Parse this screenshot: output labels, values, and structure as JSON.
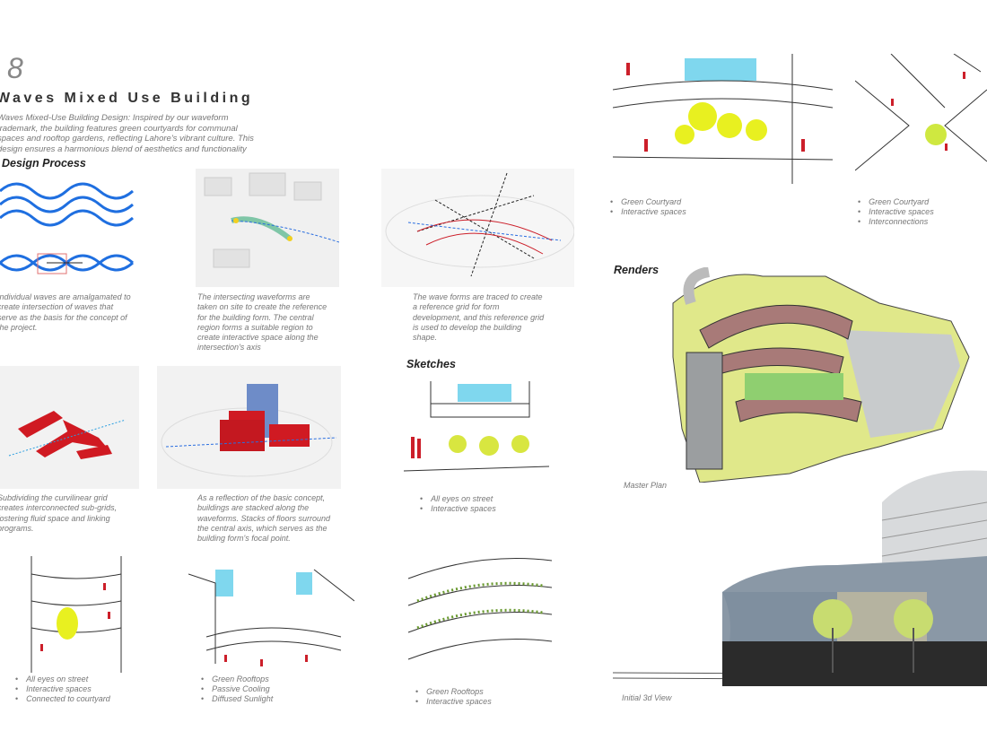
{
  "page_number": "8",
  "title": "Waves Mixed Use Building",
  "description": "Waves Mixed-Use Building Design: Inspired by our waveform trademark, the building features green courtyards for communal spaces and rooftop gardens, reflecting Lahore's vibrant culture. This design ensures a harmonious blend of aesthetics and functionality",
  "design_process": {
    "heading": "Design Process",
    "captions": [
      "Individual waves are amalgamated to create intersection of waves that serve as the basis for the concept of the project.",
      "The intersecting waveforms are taken on site to create the reference for the building form. The central region forms a suitable region to create interactive space along the intersection's axis",
      "The wave forms are traced to create a reference grid for form development, and this reference grid is used to develop the building shape.",
      "Subdividing the curvilinear grid creates interconnected sub-grids, fostering fluid space and linking programs.",
      "As a reflection of the basic concept, buildings are stacked along the waveforms. Stacks of floors surround the central axis, which serves as the building form's focal point."
    ]
  },
  "sketches": {
    "heading": "Sketches",
    "groups": [
      [
        "All eyes on street",
        "Interactive spaces"
      ],
      [
        "All eyes on street",
        "Interactive spaces",
        "Connected to courtyard"
      ],
      [
        "Green Rooftops",
        "Passive Cooling",
        "Diffused Sunlight"
      ],
      [
        "Green Rooftops",
        "Interactive spaces"
      ],
      [
        "Green Courtyard",
        "Interactive spaces"
      ],
      [
        "Green Courtyard",
        "Interactive spaces",
        "Interconnections"
      ]
    ]
  },
  "renders": {
    "heading": "Renders",
    "master_plan_caption": "Master Plan",
    "view_caption": "Initial 3d View"
  },
  "colors": {
    "wave": "#1f6fe0",
    "accent_red": "#cc1f2a",
    "green": "#d8e640",
    "sky": "#7fd7ee"
  }
}
